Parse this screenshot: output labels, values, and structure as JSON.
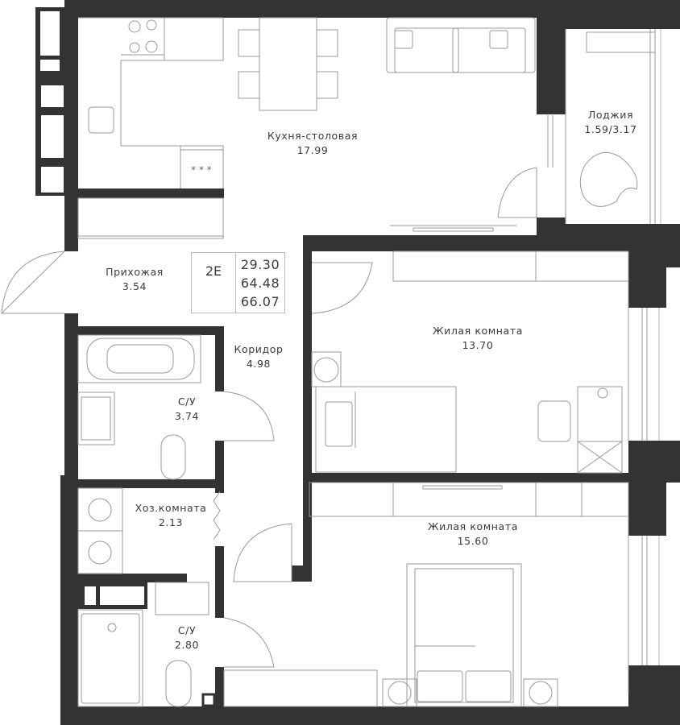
{
  "plan": {
    "apartment_code": "2E",
    "areas": {
      "living_area": "29.30",
      "total_area": "64.48",
      "total_area_with_loggia": "66.07"
    },
    "rooms": [
      {
        "id": "kitchen",
        "name": "Кухня-столовая",
        "area": "17.99"
      },
      {
        "id": "loggia",
        "name": "Лоджия",
        "area": "1.59/3.17"
      },
      {
        "id": "hallway",
        "name": "Прихожая",
        "area": "3.54"
      },
      {
        "id": "corridor",
        "name": "Коридор",
        "area": "4.98"
      },
      {
        "id": "bathroom-1",
        "name": "С/У",
        "area": "3.74"
      },
      {
        "id": "bedroom-1",
        "name": "Жилая комната",
        "area": "13.70"
      },
      {
        "id": "utility",
        "name": "Хоз.комната",
        "area": "2.13"
      },
      {
        "id": "bedroom-2",
        "name": "Жилая комната",
        "area": "15.60"
      },
      {
        "id": "bathroom-2",
        "name": "С/У",
        "area": "2.80"
      }
    ]
  },
  "colors": {
    "wall": "#333333",
    "line": "#9a9a9a",
    "text": "#3a3a3a"
  }
}
